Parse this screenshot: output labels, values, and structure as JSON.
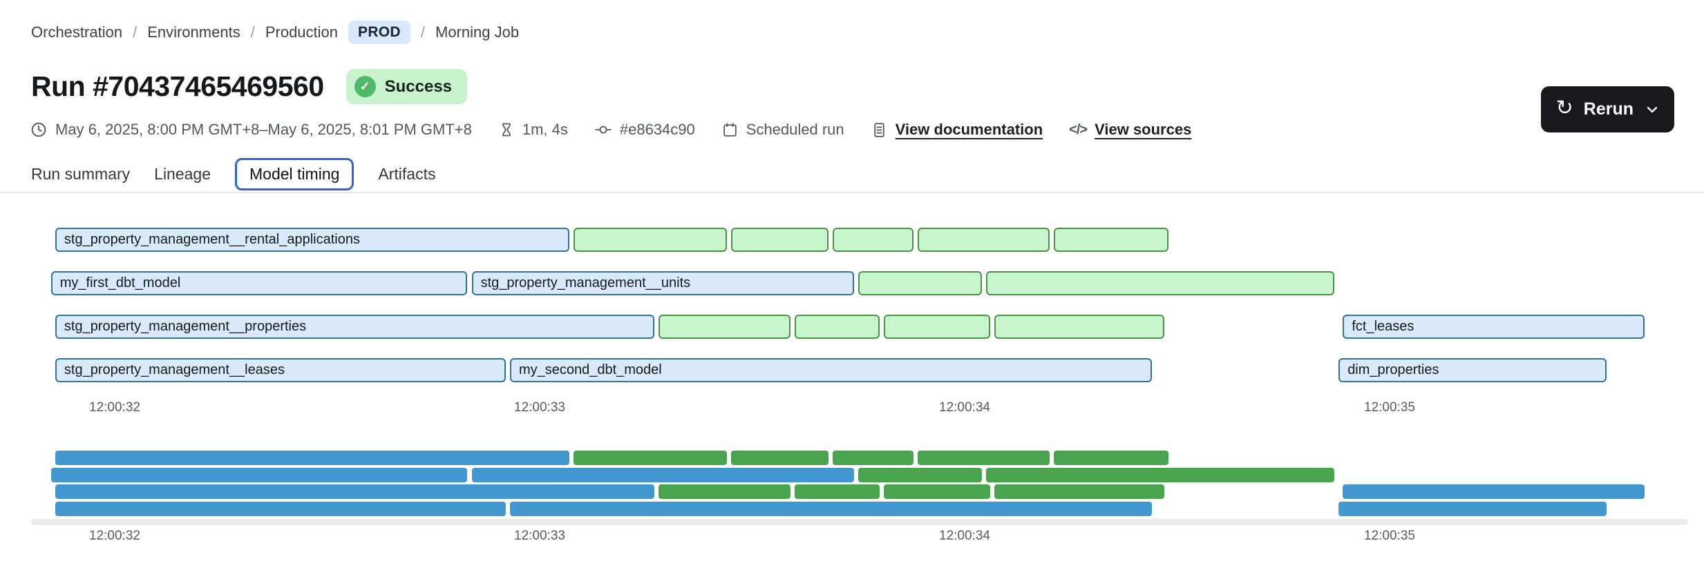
{
  "breadcrumb": {
    "separator": "/",
    "items": [
      "Orchestration",
      "Environments",
      "Production",
      "Morning Job"
    ],
    "env_badge": "PROD"
  },
  "header": {
    "title": "Run #70437465469560",
    "status": "Success"
  },
  "actions": {
    "rerun_label": "Rerun"
  },
  "meta": {
    "time_range": "May 6, 2025, 8:00 PM GMT+8–May 6, 2025, 8:01 PM GMT+8",
    "duration": "1m, 4s",
    "commit": "#e8634c90",
    "trigger": "Scheduled run",
    "doc_link": "View documentation",
    "sources_link": "View sources"
  },
  "tabs": [
    {
      "label": "Run summary",
      "active": false
    },
    {
      "label": "Lineage",
      "active": false
    },
    {
      "label": "Model timing",
      "active": true
    },
    {
      "label": "Artifacts",
      "active": false
    }
  ],
  "icons": {
    "check": "✓",
    "refresh": "↻",
    "code": "</>"
  },
  "colors": {
    "accent": "#2e62d9",
    "prod_bg": "#d9e7fd",
    "success_bg": "#c9f3cd",
    "success_circle": "#4fb969",
    "rerun_bg": "#17191d",
    "divider": "#e7e8ea",
    "track": "#ededee",
    "bar_blue_fill": "#d9eafc",
    "bar_blue_border": "#33709e",
    "bar_green_fill": "#c7f6cc",
    "bar_green_border": "#4e9048",
    "mini_blue": "#4498d1",
    "mini_green": "#4aa44e",
    "text_primary": "#16191d",
    "text_secondary": "#515861",
    "text_breadcrumb": "#3c4248",
    "text_axis": "#555b63"
  },
  "chart_data": {
    "type": "gantt",
    "title": "Model timing",
    "x_axis": "time of day (12:00:32 – 12:00:35)",
    "x_ticks": [
      {
        "t": 32,
        "label": "12:00:32"
      },
      {
        "t": 33,
        "label": "12:00:33"
      },
      {
        "t": 34,
        "label": "12:00:34"
      },
      {
        "t": 35,
        "label": "12:00:35"
      }
    ],
    "legend": {
      "blue": "labeled model (selected/highlighted)",
      "green": "other model/step"
    },
    "has_minimap": true,
    "rows": [
      [
        {
          "name": "stg_property_management__rental_applications",
          "kind": "model",
          "start": 31.86,
          "end": 33.07
        },
        {
          "name": "",
          "kind": "other",
          "start": 33.08,
          "end": 33.44
        },
        {
          "name": "",
          "kind": "other",
          "start": 33.45,
          "end": 33.68
        },
        {
          "name": "",
          "kind": "other",
          "start": 33.69,
          "end": 33.88
        },
        {
          "name": "",
          "kind": "other",
          "start": 33.89,
          "end": 34.2
        },
        {
          "name": "",
          "kind": "other",
          "start": 34.21,
          "end": 34.48
        }
      ],
      [
        {
          "name": "my_first_dbt_model",
          "kind": "model",
          "start": 31.85,
          "end": 32.83
        },
        {
          "name": "stg_property_management__units",
          "kind": "model",
          "start": 32.84,
          "end": 33.74
        },
        {
          "name": "",
          "kind": "other",
          "start": 33.75,
          "end": 34.04
        },
        {
          "name": "",
          "kind": "other",
          "start": 34.05,
          "end": 34.87
        }
      ],
      [
        {
          "name": "stg_property_management__properties",
          "kind": "model",
          "start": 31.86,
          "end": 33.27
        },
        {
          "name": "",
          "kind": "other",
          "start": 33.28,
          "end": 33.59
        },
        {
          "name": "",
          "kind": "other",
          "start": 33.6,
          "end": 33.8
        },
        {
          "name": "",
          "kind": "other",
          "start": 33.81,
          "end": 34.06
        },
        {
          "name": "",
          "kind": "other",
          "start": 34.07,
          "end": 34.47
        },
        {
          "name": "fct_leases",
          "kind": "model",
          "start": 34.89,
          "end": 35.6
        }
      ],
      [
        {
          "name": "stg_property_management__leases",
          "kind": "model",
          "start": 31.86,
          "end": 32.92
        },
        {
          "name": "my_second_dbt_model",
          "kind": "model",
          "start": 32.93,
          "end": 34.44
        },
        {
          "name": "dim_properties",
          "kind": "model",
          "start": 34.88,
          "end": 35.51
        }
      ]
    ]
  }
}
